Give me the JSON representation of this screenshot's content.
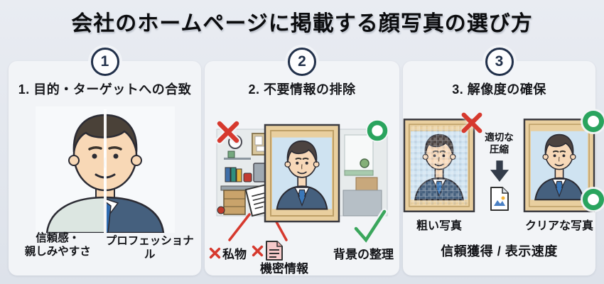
{
  "title": "会社のホームページに掲載する顔写真の選び方",
  "colors": {
    "background": "#e3e7ee",
    "panel": "#f2f4f7",
    "badge_navy": "#21304a",
    "cross_red": "#d6392e",
    "ok_green": "#2aa45e",
    "check_green": "#3aa65c",
    "frame_wood": "#e9cf9f",
    "photo_bg": "#cfe3f1",
    "suit_navy": "#45607e",
    "text": "#121317"
  },
  "icons": {
    "cross": "✕",
    "ok_circle": "○",
    "check": "✓",
    "arrow_down": "↓",
    "confidential_document": "pink-document-icon",
    "image_file": "image-file-icon"
  },
  "panels": [
    {
      "number": "1",
      "heading": "1. 目的・ターゲットへの合致",
      "labels": {
        "left": "信頼感・\n親しみやすさ",
        "right": "プロフェッショナル"
      }
    },
    {
      "number": "2",
      "heading": "2. 不要情報の排除",
      "labels": {
        "personal": "私物",
        "confidential": "機密情報",
        "background_tidy": "背景の整理"
      }
    },
    {
      "number": "3",
      "heading": "3. 解像度の確保",
      "labels": {
        "compression": "適切な\n圧縮",
        "rough": "粗い写真",
        "clear": "クリアな写真",
        "footer": "信頼獲得 / 表示速度"
      }
    }
  ]
}
